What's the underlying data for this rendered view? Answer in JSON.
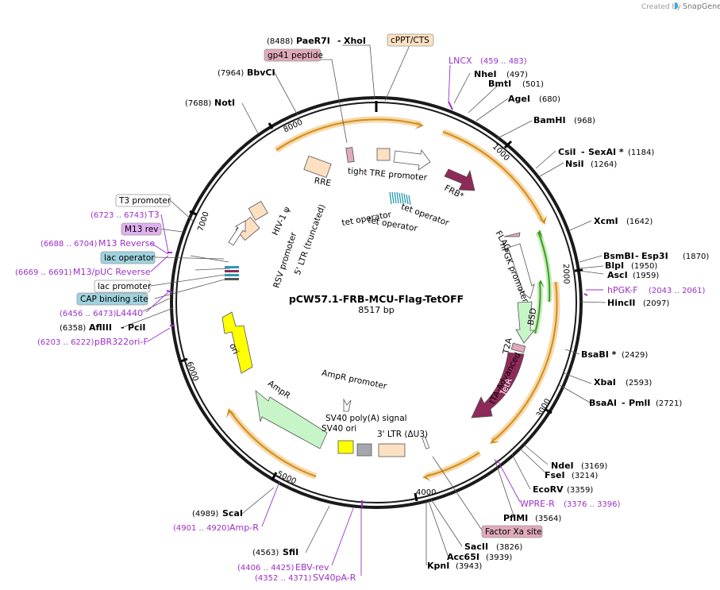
{
  "map": {
    "name": "pCW57.1-FRB-MCU-Flag-TetOFF",
    "size": "8517 bp"
  },
  "credit": {
    "created_by": "Created by",
    "brand": "SnapGene"
  },
  "ticks": [
    "1000",
    "2000",
    "3000",
    "4000",
    "5000",
    "6000",
    "7000",
    "8000"
  ],
  "enzymes": [
    {
      "name": "PaeR7I",
      "extra": "XhoI",
      "pos": "(8488)"
    },
    {
      "name": "BbvCI",
      "pos": "(7964)"
    },
    {
      "name": "NotI",
      "pos": "(7688)"
    },
    {
      "name": "NheI",
      "pos": "(497)"
    },
    {
      "name": "BmtI",
      "pos": "(501)"
    },
    {
      "name": "AgeI",
      "pos": "(680)"
    },
    {
      "name": "BamHI",
      "pos": "(968)"
    },
    {
      "name": "CsiI",
      "extra": "SexAI *",
      "pos": "(1184)"
    },
    {
      "name": "NsiI",
      "pos": "(1264)"
    },
    {
      "name": "XcmI",
      "pos": "(1642)"
    },
    {
      "name": "BsmBI",
      "extra": "Esp3I",
      "pos": "(1870)"
    },
    {
      "name": "BlpI",
      "pos": "(1950)"
    },
    {
      "name": "AscI",
      "pos": "(1959)"
    },
    {
      "name": "HincII",
      "pos": "(2097)"
    },
    {
      "name": "BsaBI *",
      "pos": "(2429)"
    },
    {
      "name": "XbaI",
      "pos": "(2593)"
    },
    {
      "name": "BsaAI",
      "extra": "PmlI",
      "pos": "(2721)"
    },
    {
      "name": "NdeI",
      "pos": "(3169)"
    },
    {
      "name": "FseI",
      "pos": "(3214)"
    },
    {
      "name": "EcoRV",
      "pos": "(3359)"
    },
    {
      "name": "PflMI",
      "pos": "(3564)"
    },
    {
      "name": "SacII",
      "pos": "(3826)"
    },
    {
      "name": "Acc65I",
      "pos": "(3939)"
    },
    {
      "name": "KpnI",
      "pos": "(3943)"
    },
    {
      "name": "SfiI",
      "pos": "(4563)"
    },
    {
      "name": "ScaI",
      "pos": "(4989)"
    },
    {
      "name": "AflIII",
      "extra": "PciI",
      "pos": "(6358)"
    }
  ],
  "primers": [
    {
      "name": "LNCX",
      "pos": "(459 .. 483)"
    },
    {
      "name": "hPGK-F",
      "pos": "(2043 .. 2061)"
    },
    {
      "name": "WPRE-R",
      "pos": "(3376 .. 3396)"
    },
    {
      "name": "Amp-R",
      "pos": "(4901 .. 4920)"
    },
    {
      "name": "EBV-rev",
      "pos": "(4406 .. 4425)"
    },
    {
      "name": "SV40pA-R",
      "pos": "(4352 .. 4371)"
    },
    {
      "name": "T3",
      "pos": "(6723 .. 6743)"
    },
    {
      "name": "M13 Reverse",
      "pos": "(6688 .. 6704)"
    },
    {
      "name": "M13/pUC Reverse",
      "pos": "(6669 .. 6691)"
    },
    {
      "name": "L4440",
      "pos": "(6456 .. 6473)"
    },
    {
      "name": "pBR322ori-F",
      "pos": "(6203 .. 6222)"
    }
  ],
  "boxed": {
    "cppt": "cPPT/CTS",
    "gp41": "gp41 peptide",
    "t3_promoter": "T3 promoter",
    "m13_rev": "M13 rev",
    "lac_operator": "lac operator",
    "lac_promoter": "lac promoter",
    "cap_site": "CAP binding site",
    "factor_xa": "Factor Xa site"
  },
  "features": {
    "rre": "RRE",
    "tight_tre": "tight TRE promoter",
    "frb": "FRB*",
    "tet_op1": "tet operator",
    "tet_op2": "tet operator",
    "tet_op3": "tet operator",
    "hiv_psi": "HIV-1 ψ",
    "ltr5": "5' LTR (truncated)",
    "rsv": "RSV promoter",
    "flag": "FLAG",
    "hpgk": "hPGK promoter",
    "bsd": "BSD",
    "t2a": "T2A",
    "tta": "tTA-Advanced",
    "tetr": "TetR",
    "ori": "ori",
    "ampr": "AmpR",
    "ampr_promoter": "AmpR promoter",
    "sv40_polya": "SV40 poly(A) signal",
    "sv40_ori": "SV40 ori",
    "ltr3": "3' LTR (ΔU3)"
  }
}
